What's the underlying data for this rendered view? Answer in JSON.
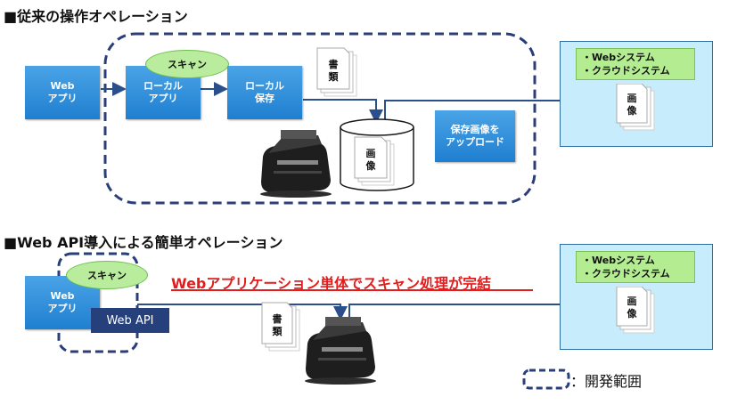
{
  "section1": {
    "title": "■従来の操作オペレーション"
  },
  "section2": {
    "title": "■Web API導入による簡単オペレーション"
  },
  "top": {
    "web_app": [
      "Web",
      "アプリ"
    ],
    "scan": "スキャン",
    "local_app": [
      "ローカル",
      "アプリ"
    ],
    "local_save": [
      "ローカル",
      "保存"
    ],
    "doc": [
      "書",
      "類"
    ],
    "image": [
      "画",
      "像"
    ],
    "upload": [
      "保存画像を",
      "アップロード"
    ],
    "systems": [
      "・Webシステム",
      "・クラウドシステム"
    ],
    "sys_image": [
      "画",
      "像"
    ]
  },
  "bottom": {
    "web_app": [
      "Web",
      "アプリ"
    ],
    "scan": "スキャン",
    "web_api": "Web API",
    "message": "Webアプリケーション単体でスキャン処理が完結",
    "doc": [
      "書",
      "類"
    ],
    "systems": [
      "・Webシステム",
      "・クラウドシステム"
    ],
    "sys_image": [
      "画",
      "像"
    ]
  },
  "legend": {
    "label": "：開発範囲"
  },
  "colors": {
    "accent_blue": "#1f7fd0",
    "scope_border": "#2a3f7a",
    "arrow": "#2a4f8a",
    "red_text": "#e51c1c",
    "green": "#b4ec92"
  }
}
